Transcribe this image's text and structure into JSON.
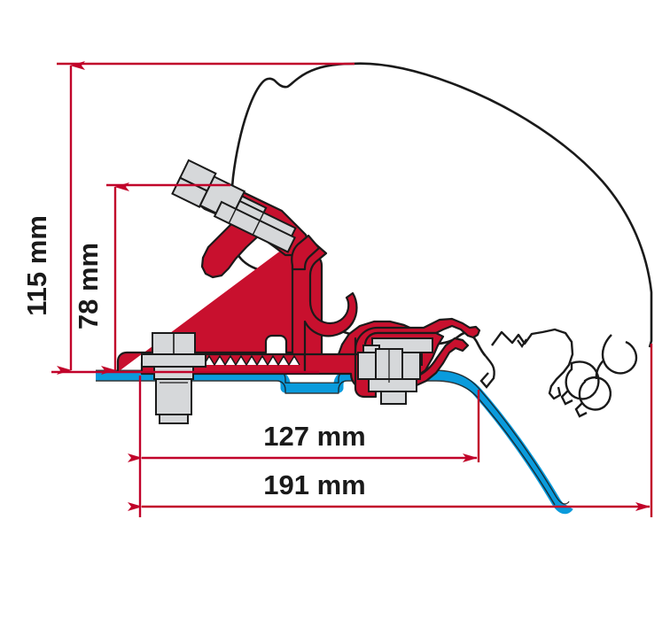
{
  "drawing": {
    "title": "Awning roof-rail bracket mounting cross-section",
    "type": "technical-line-drawing",
    "background_color": "#ffffff",
    "dimension_color": "#C1022A",
    "bracket_color": "#C8102E",
    "roof_panel_color": "#0A9BDC",
    "hardware_color": "#D6D8DA",
    "outline_color": "#1a1a1a",
    "units": "mm"
  },
  "dimensions": {
    "height_total": {
      "label": "115 mm",
      "value": 115,
      "orientation": "vertical",
      "description": "overall bracket height above roof panel"
    },
    "height_inner": {
      "label": "78 mm",
      "value": 78,
      "orientation": "vertical",
      "description": "height to upper clamp bolt axis"
    },
    "width_inner": {
      "label": "127 mm",
      "value": 127,
      "orientation": "horizontal",
      "description": "inner mounting width"
    },
    "width_total": {
      "label": "191 mm",
      "value": 191,
      "orientation": "horizontal",
      "description": "overall bracket footprint width"
    }
  },
  "components": {
    "roof_outline": "vehicle-roof-profile",
    "bracket": "awning-mounting-bracket",
    "roof_panel": "roof-panel-sheet",
    "left_bolt": "left-fixing-bolt",
    "right_bolt": "right-clamp-bolt",
    "top_bolt": "upper-clamp-bolt",
    "rail_profiles": "roof-rail-section-profiles"
  }
}
